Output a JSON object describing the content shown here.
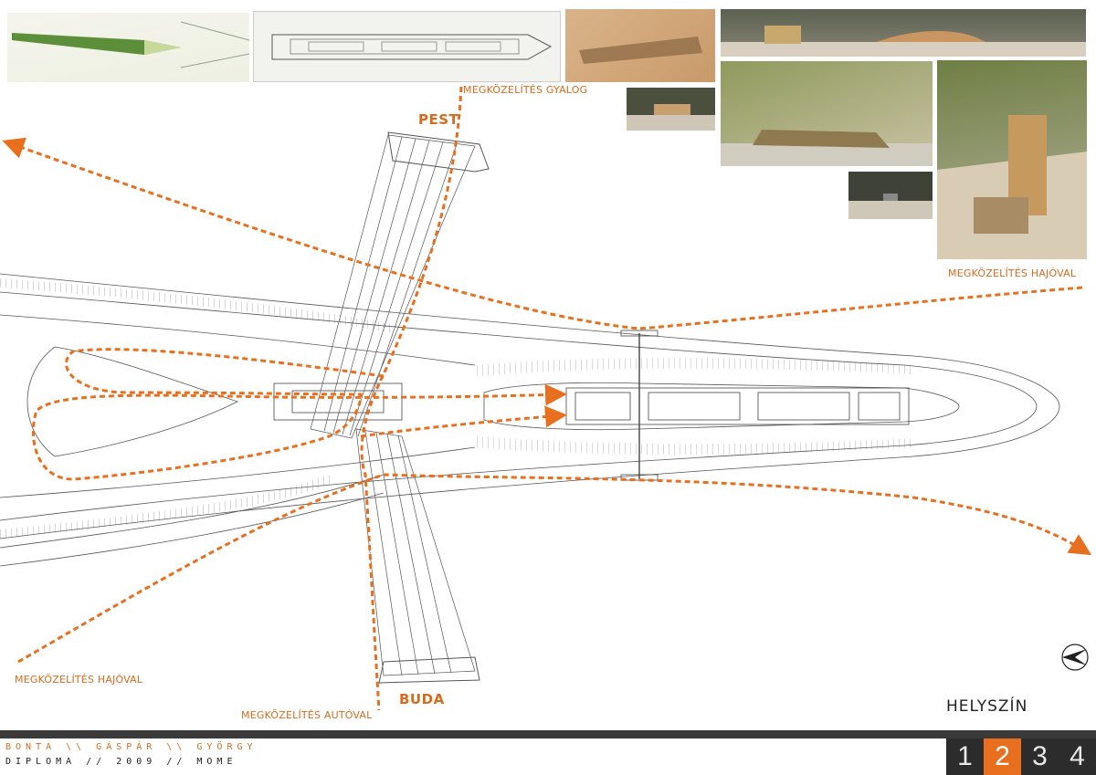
{
  "labels": {
    "pest": "PEST",
    "buda": "BUDA",
    "walk": "MEGKÖZELÍTÉS GYALOG",
    "boat_right": "MEGKÖZELÍTÉS HAJÓVAL",
    "boat_left": "MEGKÖZELÍTÉS HAJÓVAL",
    "car": "MEGKÖZELÍTÉS AUTÓVAL"
  },
  "title": "HELYSZÍN",
  "footer": {
    "author": "BONTA \\\\ GÁSPÁR \\\\ GYÖRGY",
    "subtitle": "DIPLOMA // 2009 // MOME",
    "pages": [
      "1",
      "2",
      "3",
      "4"
    ],
    "active_page": 2
  },
  "colors": {
    "accent": "#e86f1e",
    "line": "#555555",
    "footer_bar": "#3a3a3a"
  },
  "icons": [
    "compass-icon"
  ]
}
